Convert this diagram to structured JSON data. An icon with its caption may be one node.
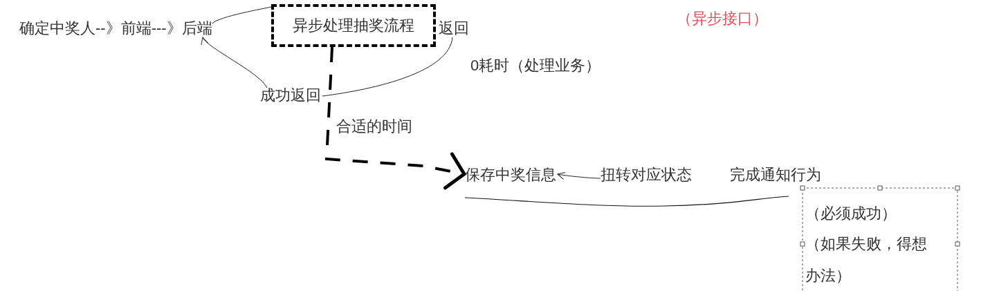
{
  "diagram": {
    "nodes": [
      {
        "text": [
          "确定中奖人--》前端---》后端"
        ]
      },
      {
        "text": [
          "异步处理抽奖流程"
        ]
      },
      {
        "text": [
          "返回"
        ]
      },
      {
        "text": [
          "成功返回"
        ]
      },
      {
        "text": [
          "保存中奖信息"
        ]
      },
      {
        "text": [
          "扭转对应状态"
        ]
      },
      {
        "text": [
          "完成通知行为"
        ]
      },
      {
        "text": [
          "（必须成功）",
          "（如果失败，得想办法）"
        ]
      }
    ],
    "edges": [
      {
        "from": 0,
        "to": 1,
        "arrow": "none"
      },
      {
        "from": 2,
        "to": 3,
        "arrow": "none"
      },
      {
        "from": 3,
        "to": 0,
        "arrow": "to"
      },
      {
        "from": 1,
        "to": 4,
        "arrow": "to",
        "style": "dashed",
        "label": "合适的时间"
      },
      {
        "from": 5,
        "to": 4,
        "arrow": "to"
      }
    ],
    "labels": [
      "（异步接口）",
      "0耗时（处理业务）"
    ]
  }
}
